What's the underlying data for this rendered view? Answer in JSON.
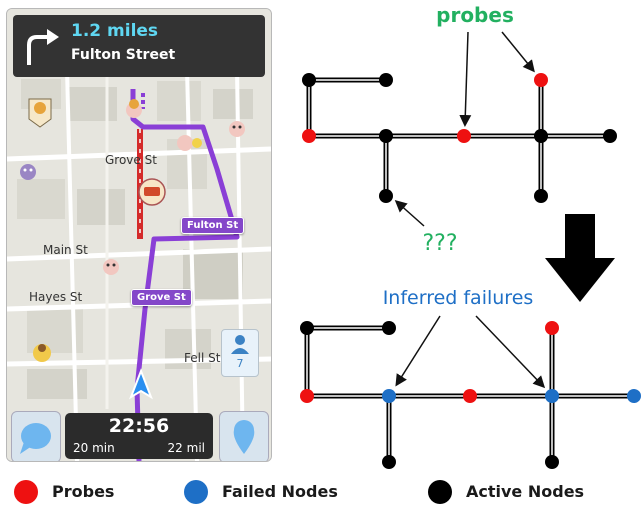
{
  "navigation": {
    "distance": "1.2 miles",
    "street": "Fulton Street"
  },
  "map_labels": {
    "grove": "Grove St",
    "main": "Main St",
    "hayes": "Hayes St",
    "fell": "Fell St",
    "tag_fulton": "Fulton St",
    "tag_grove": "Grove St"
  },
  "eta": {
    "time": "22:56",
    "minutes": "20 min",
    "distance": "22 mil"
  },
  "nearby_count": "7",
  "annotations": {
    "probes": "probes",
    "unknown": "???",
    "inferred": "Inferred failures"
  },
  "legend": {
    "probes": "Probes",
    "failed": "Failed Nodes",
    "active": "Active Nodes"
  },
  "colors": {
    "probe": "#ee1111",
    "failed": "#1e6fc6",
    "active": "#000000",
    "annotation_green": "#22b060",
    "annotation_blue": "#1e6fc6",
    "route_purple": "#8a3fd6"
  },
  "icons": [
    "turn-right-icon",
    "down-arrow-icon",
    "chat-bubble-icon",
    "pin-icon",
    "person-icon"
  ]
}
